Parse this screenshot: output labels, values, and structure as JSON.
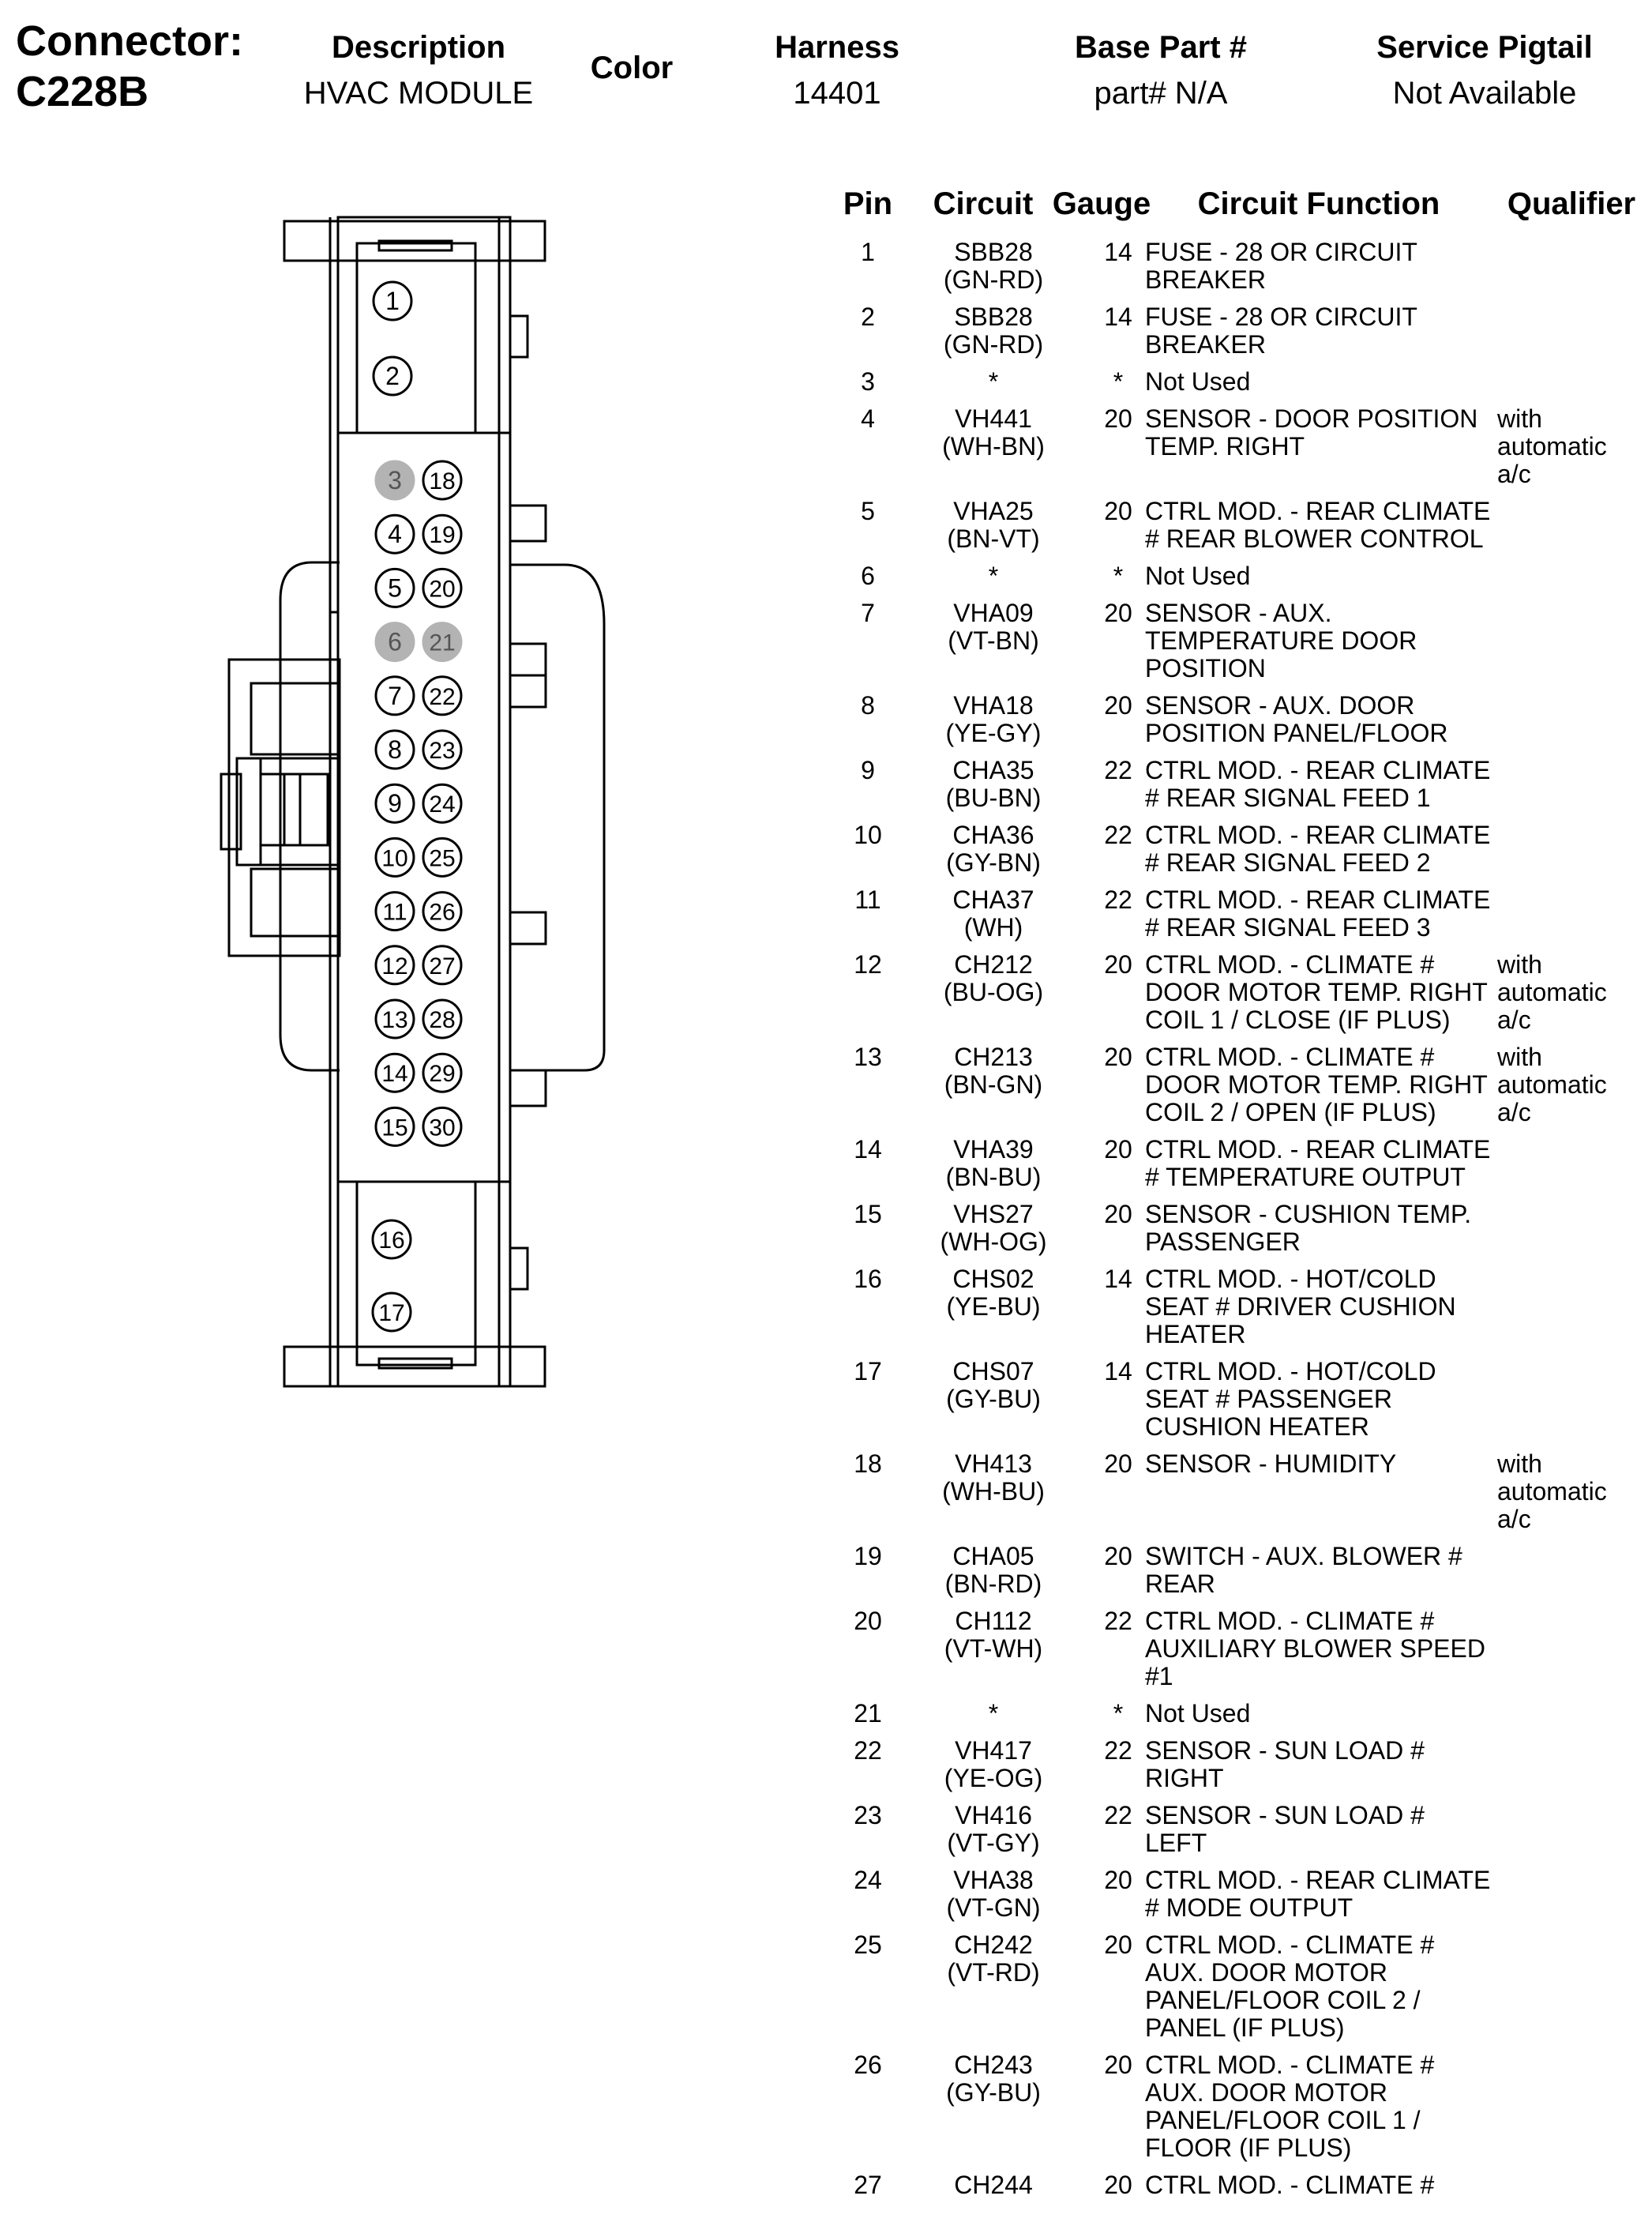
{
  "header": {
    "connector_label": "Connector:",
    "connector_id": "C228B",
    "description_label": "Description",
    "description_value": "HVAC MODULE",
    "color_label": "Color",
    "harness_label": "Harness",
    "harness_value": "14401",
    "base_part_label": "Base Part #",
    "base_part_value": "part# N/A",
    "service_pigtail_label": "Service Pigtail",
    "service_pigtail_value": "Not Available"
  },
  "table": {
    "columns": [
      "Pin",
      "Circuit",
      "Gauge",
      "Circuit Function",
      "Qualifier"
    ],
    "rows": [
      {
        "pin": "1",
        "circuit": "SBB28\n(GN-RD)",
        "gauge": "14",
        "function": "FUSE - 28 OR CIRCUIT\nBREAKER",
        "qualifier": ""
      },
      {
        "pin": "2",
        "circuit": "SBB28\n(GN-RD)",
        "gauge": "14",
        "function": "FUSE - 28 OR CIRCUIT\nBREAKER",
        "qualifier": ""
      },
      {
        "pin": "3",
        "circuit": "*",
        "gauge": "*",
        "function": "Not Used",
        "qualifier": ""
      },
      {
        "pin": "4",
        "circuit": "VH441\n(WH-BN)",
        "gauge": "20",
        "function": "SENSOR - DOOR POSITION\nTEMP. RIGHT",
        "qualifier": "with\nautomatic\na/c"
      },
      {
        "pin": "5",
        "circuit": "VHA25\n(BN-VT)",
        "gauge": "20",
        "function": "CTRL MOD. - REAR CLIMATE\n# REAR BLOWER CONTROL",
        "qualifier": ""
      },
      {
        "pin": "6",
        "circuit": "*",
        "gauge": "*",
        "function": "Not Used",
        "qualifier": ""
      },
      {
        "pin": "7",
        "circuit": "VHA09\n(VT-BN)",
        "gauge": "20",
        "function": "SENSOR - AUX.\nTEMPERATURE DOOR\nPOSITION",
        "qualifier": ""
      },
      {
        "pin": "8",
        "circuit": "VHA18\n(YE-GY)",
        "gauge": "20",
        "function": "SENSOR - AUX. DOOR\nPOSITION PANEL/FLOOR",
        "qualifier": ""
      },
      {
        "pin": "9",
        "circuit": "CHA35\n(BU-BN)",
        "gauge": "22",
        "function": "CTRL MOD. - REAR CLIMATE\n# REAR SIGNAL FEED 1",
        "qualifier": ""
      },
      {
        "pin": "10",
        "circuit": "CHA36\n(GY-BN)",
        "gauge": "22",
        "function": "CTRL MOD. - REAR CLIMATE\n# REAR SIGNAL FEED 2",
        "qualifier": ""
      },
      {
        "pin": "11",
        "circuit": "CHA37\n(WH)",
        "gauge": "22",
        "function": "CTRL MOD. - REAR CLIMATE\n# REAR SIGNAL FEED 3",
        "qualifier": ""
      },
      {
        "pin": "12",
        "circuit": "CH212\n(BU-OG)",
        "gauge": "20",
        "function": "CTRL MOD. - CLIMATE #\nDOOR MOTOR TEMP. RIGHT\nCOIL 1 / CLOSE (IF PLUS)",
        "qualifier": "with\nautomatic\na/c"
      },
      {
        "pin": "13",
        "circuit": "CH213\n(BN-GN)",
        "gauge": "20",
        "function": "CTRL MOD. - CLIMATE #\nDOOR MOTOR TEMP. RIGHT\nCOIL 2 / OPEN (IF PLUS)",
        "qualifier": "with\nautomatic\na/c"
      },
      {
        "pin": "14",
        "circuit": "VHA39\n(BN-BU)",
        "gauge": "20",
        "function": "CTRL MOD. - REAR CLIMATE\n# TEMPERATURE OUTPUT",
        "qualifier": ""
      },
      {
        "pin": "15",
        "circuit": "VHS27\n(WH-OG)",
        "gauge": "20",
        "function": "SENSOR - CUSHION TEMP.\nPASSENGER",
        "qualifier": ""
      },
      {
        "pin": "16",
        "circuit": "CHS02\n(YE-BU)",
        "gauge": "14",
        "function": "CTRL MOD. - HOT/COLD\nSEAT # DRIVER CUSHION\nHEATER",
        "qualifier": ""
      },
      {
        "pin": "17",
        "circuit": "CHS07\n(GY-BU)",
        "gauge": "14",
        "function": "CTRL MOD. - HOT/COLD\nSEAT # PASSENGER\nCUSHION HEATER",
        "qualifier": ""
      },
      {
        "pin": "18",
        "circuit": "VH413\n(WH-BU)",
        "gauge": "20",
        "function": "SENSOR - HUMIDITY",
        "qualifier": "with\nautomatic\na/c"
      },
      {
        "pin": "19",
        "circuit": "CHA05\n(BN-RD)",
        "gauge": "20",
        "function": "SWITCH - AUX. BLOWER #\nREAR",
        "qualifier": ""
      },
      {
        "pin": "20",
        "circuit": "CH112\n(VT-WH)",
        "gauge": "22",
        "function": "CTRL MOD. - CLIMATE #\nAUXILIARY BLOWER SPEED\n#1",
        "qualifier": ""
      },
      {
        "pin": "21",
        "circuit": "*",
        "gauge": "*",
        "function": "Not Used",
        "qualifier": ""
      },
      {
        "pin": "22",
        "circuit": "VH417\n(YE-OG)",
        "gauge": "22",
        "function": "SENSOR - SUN LOAD #\nRIGHT",
        "qualifier": ""
      },
      {
        "pin": "23",
        "circuit": "VH416\n(VT-GY)",
        "gauge": "22",
        "function": "SENSOR - SUN LOAD # LEFT",
        "qualifier": ""
      },
      {
        "pin": "24",
        "circuit": "VHA38\n(VT-GN)",
        "gauge": "20",
        "function": "CTRL MOD. - REAR CLIMATE\n# MODE OUTPUT",
        "qualifier": ""
      },
      {
        "pin": "25",
        "circuit": "CH242\n(VT-RD)",
        "gauge": "20",
        "function": "CTRL MOD. - CLIMATE #\nAUX. DOOR MOTOR\nPANEL/FLOOR COIL 2 /\nPANEL (IF PLUS)",
        "qualifier": ""
      },
      {
        "pin": "26",
        "circuit": "CH243\n(GY-BU)",
        "gauge": "20",
        "function": "CTRL MOD. - CLIMATE #\nAUX. DOOR MOTOR\nPANEL/FLOOR COIL 1 /\nFLOOR (IF PLUS)",
        "qualifier": ""
      },
      {
        "pin": "27",
        "circuit": "CH244",
        "gauge": "20",
        "function": "CTRL MOD. - CLIMATE #",
        "qualifier": ""
      }
    ]
  },
  "diagram": {
    "top_pins": [
      "1",
      "2"
    ],
    "left_column_pins": [
      "3",
      "4",
      "5",
      "6",
      "7",
      "8",
      "9",
      "10",
      "11",
      "12",
      "13",
      "14",
      "15"
    ],
    "right_column_pins": [
      "18",
      "19",
      "20",
      "21",
      "22",
      "23",
      "24",
      "25",
      "26",
      "27",
      "28",
      "29",
      "30"
    ],
    "bottom_pins": [
      "16",
      "17"
    ],
    "unused_pins": [
      "3",
      "6",
      "21"
    ],
    "unused_pin_color": "#b3b3b3",
    "pin_color": "#ffffff"
  }
}
